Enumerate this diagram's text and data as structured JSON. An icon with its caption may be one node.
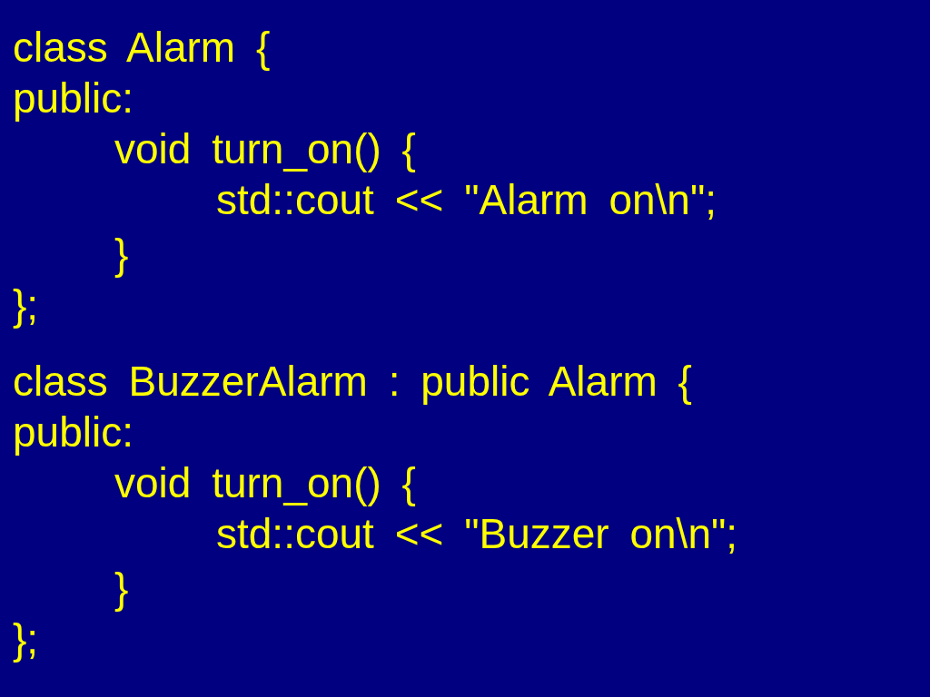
{
  "diagram": {
    "labels": [
      "class Alarm {",
      "public:",
      "void turn_on() {",
      "std::cout << \"Alarm on\\n\";",
      "}",
      "};",
      "class BuzzerAlarm : public Alarm {",
      "public:",
      "void turn_on() {",
      "std::cout << \"Buzzer on\\n\";",
      "}",
      "};"
    ]
  }
}
